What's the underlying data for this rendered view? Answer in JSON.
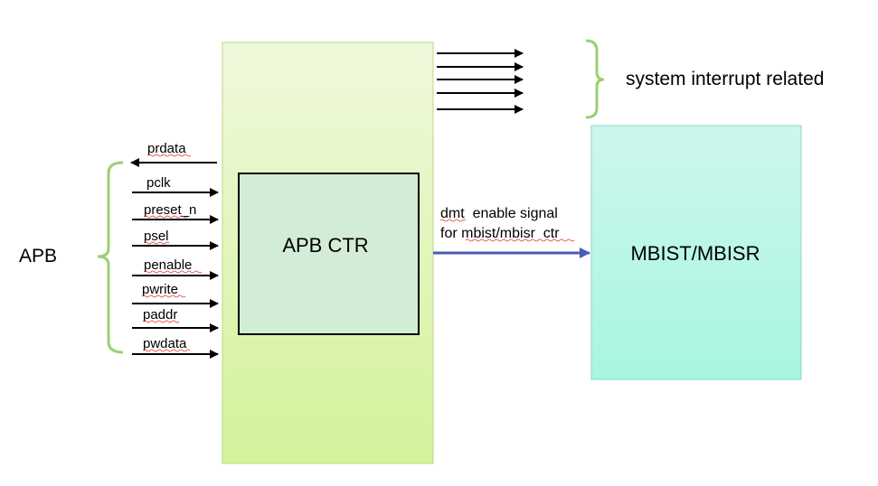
{
  "apb_group_label": "APB",
  "apb_ctr_label": "APB CTR",
  "mbist_label": "MBIST/MBISR",
  "interrupt_label": "system interrupt related",
  "enable_signal": {
    "line1": "dmt  enable signal",
    "line2": "for mbist/mbisr  ctr"
  },
  "output_signal": "prdata",
  "input_signals": [
    "pclk",
    "preset_n",
    "psel",
    "penable",
    "pwrite",
    "paddr",
    "pwdata"
  ],
  "colors": {
    "apb_block_top": "#f0f9dc",
    "apb_block_bottom": "#d2f29a",
    "apb_ctr_fill": "#d3ecd6",
    "mbist_top": "#cdf6ee",
    "mbist_bottom": "#a8f5e0",
    "brace": "#9bd070",
    "enable_arrow": "#4a5bb5"
  }
}
